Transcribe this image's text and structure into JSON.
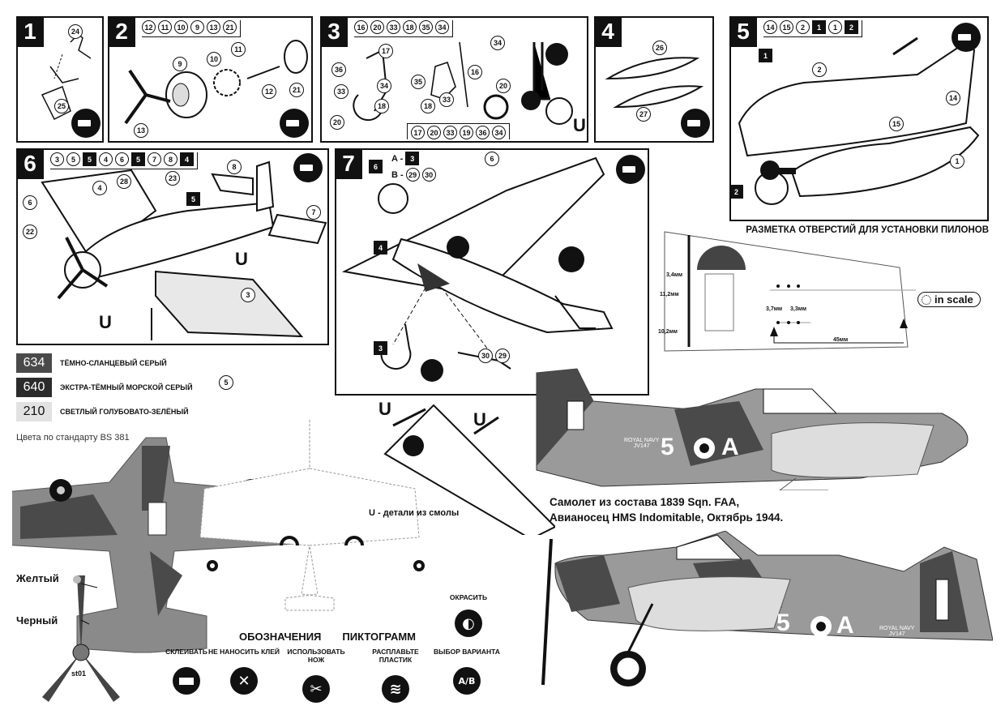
{
  "steps": [
    {
      "num": "1",
      "parts": [
        "24",
        "25"
      ]
    },
    {
      "num": "2",
      "parts": [
        "12",
        "11",
        "10",
        "9",
        "13",
        "21"
      ],
      "callouts": [
        "9",
        "10",
        "11",
        "12",
        "21",
        "13"
      ]
    },
    {
      "num": "3",
      "parts": [
        "16",
        "20",
        "33",
        "18",
        "35",
        "34"
      ],
      "alt_parts": [
        "17",
        "20",
        "33",
        "19",
        "36",
        "34"
      ],
      "callouts": [
        "36",
        "17",
        "33",
        "34",
        "20",
        "18",
        "35",
        "16",
        "34",
        "33",
        "20",
        "18"
      ],
      "resin_mark": "U"
    },
    {
      "num": "4",
      "parts": [],
      "callouts": [
        "26",
        "27"
      ]
    },
    {
      "num": "5",
      "parts": [
        "14",
        "15",
        "2"
      ],
      "decal_parts": [
        "1",
        "1",
        "2"
      ],
      "callouts": [
        "2",
        "14",
        "15",
        "1"
      ],
      "boxes": [
        "1",
        "2"
      ]
    },
    {
      "num": "6",
      "parts": [
        "3",
        "5",
        "5",
        "4",
        "6",
        "5",
        "7",
        "8",
        "4"
      ],
      "callouts": [
        "28",
        "23",
        "8",
        "4",
        "6",
        "22",
        "7",
        "3",
        "5"
      ],
      "box": "5",
      "resin_mark": "U"
    },
    {
      "num": "7",
      "sub_from": "6",
      "option_a": "A -",
      "option_a_part": "3",
      "option_b": "B -",
      "option_b_parts": [
        "29",
        "30"
      ],
      "callouts": [
        "6",
        "30",
        "29"
      ],
      "boxes": [
        "4",
        "3"
      ]
    }
  ],
  "pylon": {
    "title": "РАЗМЕТКА ОТВЕРСТИЙ ДЛЯ УСТАНОВКИ ПИЛОНОВ",
    "dims": [
      "3,4мм",
      "11,2мм",
      "10,2мм",
      "3,7мм",
      "3,3мм",
      "45мм"
    ]
  },
  "logo": "in scale",
  "colors": {
    "items": [
      {
        "code": "634",
        "name": "ТЁМНО-СЛАНЦЕВЫЙ СЕРЫЙ",
        "hex": "#4a4a4a"
      },
      {
        "code": "640",
        "name": "ЭКСТРА-ТЁМНЫЙ МОРСКОЙ СЕРЫЙ",
        "hex": "#2b2b2b"
      },
      {
        "code": "210",
        "name": "СВЕТЛЫЙ ГОЛУБОВАТО-ЗЕЛЁНЫЙ",
        "hex": "#e2e2e2"
      }
    ],
    "standard": "Цвета по стандарту BS 381"
  },
  "prop": {
    "yellow": "Желтый",
    "black": "Черный",
    "code": "st01"
  },
  "resin_note": "U - детали из смолы",
  "resin_mark": "U",
  "caption": {
    "line1": "Самолет из состава 1839 Sqn. FAA,",
    "line2": "Авианосец HMS Indomitable, Октябрь 1944."
  },
  "markings": {
    "code": "5",
    "letter": "A",
    "serial1": "ROYAL NAVY",
    "serial2": "JV147"
  },
  "legend": {
    "title1": "ОБОЗНАЧЕНИЯ",
    "title2": "ПИКТОГРАММ",
    "paint": "ОКРАСИТЬ",
    "items": [
      "СКЛЕИВАТЬ",
      "НЕ НАНОСИТЬ КЛЕЙ",
      "ИСПОЛЬЗОВАТЬ НОЖ",
      "РАСПЛАВЬТЕ ПЛАСТИК",
      "ВЫБОР ВАРИАНТА"
    ]
  }
}
